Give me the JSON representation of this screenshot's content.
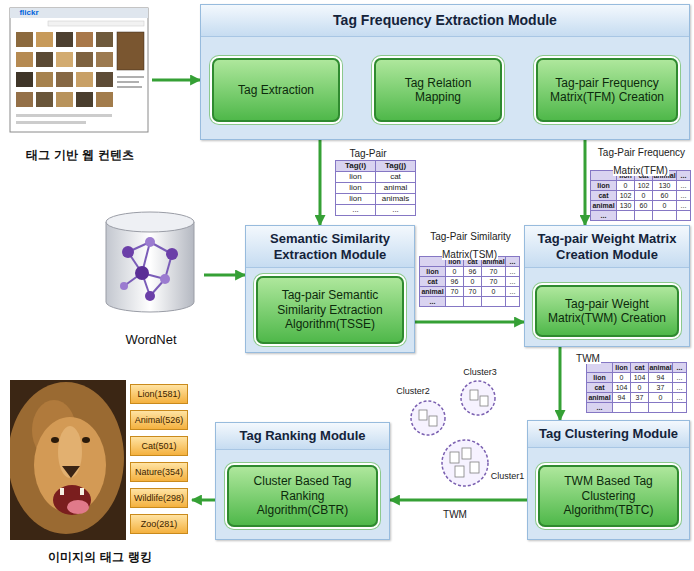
{
  "diagram": {
    "nodes": [
      {
        "text": [
          "태그 기반 웹 컨텐츠"
        ]
      },
      {
        "text": [
          "Tag Frequency Extraction Module"
        ]
      },
      {
        "text": [
          "Tag Extraction"
        ],
        "in": 1
      },
      {
        "text": [
          "Tag Relation Mapping"
        ],
        "in": 1
      },
      {
        "text": [
          "Tag-pair Frequency Matrix(TFM) Creation"
        ],
        "in": 1
      },
      {
        "text": [
          "WordNet"
        ]
      },
      {
        "text": [
          "Semantic Similarity Extraction Module"
        ]
      },
      {
        "text": [
          "Tag-pair Semantic Similarity Extraction Algorithm(TSSE)"
        ],
        "in": 6
      },
      {
        "text": [
          "Tag-pair Weight Matrix Creation Module"
        ]
      },
      {
        "text": [
          "Tag-pair Weight Matrix(TWM) Creation"
        ],
        "in": 8
      },
      {
        "text": [
          "Tag Ranking Module"
        ]
      },
      {
        "text": [
          "Cluster Based Tag Ranking Algorithm(CBTR)"
        ],
        "in": 10
      },
      {
        "text": [
          "Tag Clustering Module"
        ]
      },
      {
        "text": [
          "TWM Based Tag Clustering Algorithm(TBTC)"
        ],
        "in": 12
      },
      {
        "text": [
          "이미지의 태그 랭킹"
        ]
      },
      {
        "text": [
          "Lion(1581)"
        ],
        "in": 14
      },
      {
        "text": [
          "Animal(526)"
        ],
        "in": 14
      },
      {
        "text": [
          "Cat(501)"
        ],
        "in": 14
      },
      {
        "text": [
          "Nature(354)"
        ],
        "in": 14
      },
      {
        "text": [
          "Wildlife(298)"
        ],
        "in": 14
      },
      {
        "text": [
          "Zoo(281)"
        ],
        "in": 14
      }
    ],
    "edges": [
      {
        "from": 0,
        "to": 1,
        "arrow": "to"
      },
      {
        "from": 2,
        "to": 3,
        "arrow": "to"
      },
      {
        "from": 3,
        "to": 4,
        "arrow": "to"
      },
      {
        "from": 1,
        "to": 6,
        "arrow": "to",
        "label": "Tag-Pair"
      },
      {
        "from": 1,
        "to": 8,
        "arrow": "to",
        "label": "Tag-Pair Frequency Matrix(TFM)"
      },
      {
        "from": 5,
        "to": 6,
        "arrow": "to"
      },
      {
        "from": 6,
        "to": 8,
        "arrow": "to",
        "label": "Tag-Pair Similarity Matrix(TSM)"
      },
      {
        "from": 8,
        "to": 12,
        "arrow": "to",
        "label": "TWM"
      },
      {
        "from": 12,
        "to": 10,
        "arrow": "to",
        "label": "TWM"
      },
      {
        "from": 10,
        "to": 14,
        "arrow": "to"
      }
    ],
    "labels": [
      "flickr",
      "Tag(i)",
      "Tag(j)",
      "lion",
      "cat",
      "lion",
      "animal",
      "lion",
      "animals",
      "...",
      "...",
      "lion",
      "cat",
      "animal",
      "...",
      "lion",
      "0",
      "102",
      "130",
      "...",
      "cat",
      "102",
      "0",
      "60",
      "...",
      "animal",
      "130",
      "60",
      "0",
      "...",
      "...",
      "lion",
      "cat",
      "animal",
      "...",
      "lion",
      "0",
      "96",
      "70",
      "...",
      "cat",
      "96",
      "0",
      "70",
      "...",
      "animal",
      "70",
      "70",
      "0",
      "...",
      "...",
      "lion",
      "cat",
      "animal",
      "...",
      "lion",
      "0",
      "104",
      "94",
      "...",
      "cat",
      "104",
      "0",
      "37",
      "...",
      "animal",
      "94",
      "37",
      "0",
      "...",
      "...",
      "Cluster3",
      "Cluster2",
      "Cluster1"
    ]
  }
}
